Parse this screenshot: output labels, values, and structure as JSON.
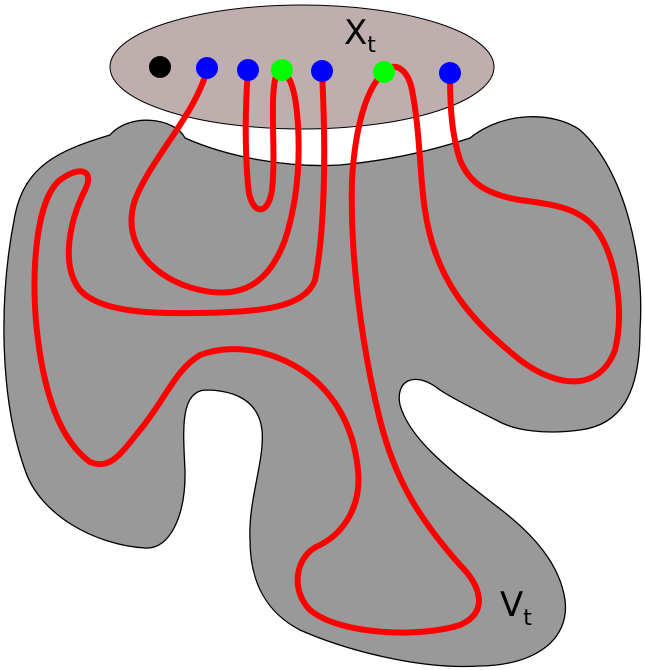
{
  "labels": {
    "xt_main": "X",
    "xt_sub": "t",
    "vt_main": "V",
    "vt_sub": "t"
  },
  "colors": {
    "ellipse_fill": "#bfaeae",
    "region_fill": "#999999",
    "region_stroke": "#000000",
    "path_stroke": "#ff0000",
    "dot_black": "#000000",
    "dot_blue": "#0000ff",
    "dot_green": "#00ff00"
  },
  "dots": [
    {
      "color": "black"
    },
    {
      "color": "blue"
    },
    {
      "color": "blue"
    },
    {
      "color": "green"
    },
    {
      "color": "blue"
    },
    {
      "color": "green"
    },
    {
      "color": "blue"
    }
  ]
}
